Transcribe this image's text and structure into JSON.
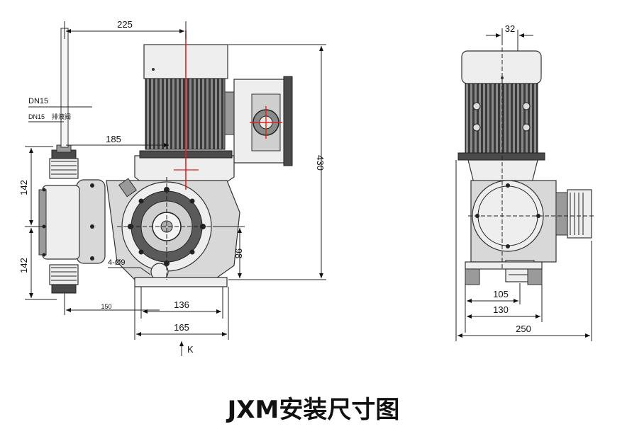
{
  "title": "JXM安装尺寸图",
  "front_view": {
    "dims": {
      "d225": "225",
      "dn15_top": "DN15",
      "dn15_bottom": "DN15",
      "dn15_note": "排液阀",
      "d185": "185",
      "d142_upper": "142",
      "d142_lower": "142",
      "d430": "430",
      "d98": "98",
      "holes": "4-Ø9",
      "d150": "150",
      "d136": "136",
      "d165": "165",
      "k_label": "K"
    }
  },
  "side_view": {
    "dims": {
      "d32": "32",
      "d105": "105",
      "d130": "130",
      "d250": "250"
    }
  },
  "colors": {
    "centerline": "#e02020",
    "metal_dark": "#4a4a4a",
    "metal_light": "#d8d8d8"
  }
}
